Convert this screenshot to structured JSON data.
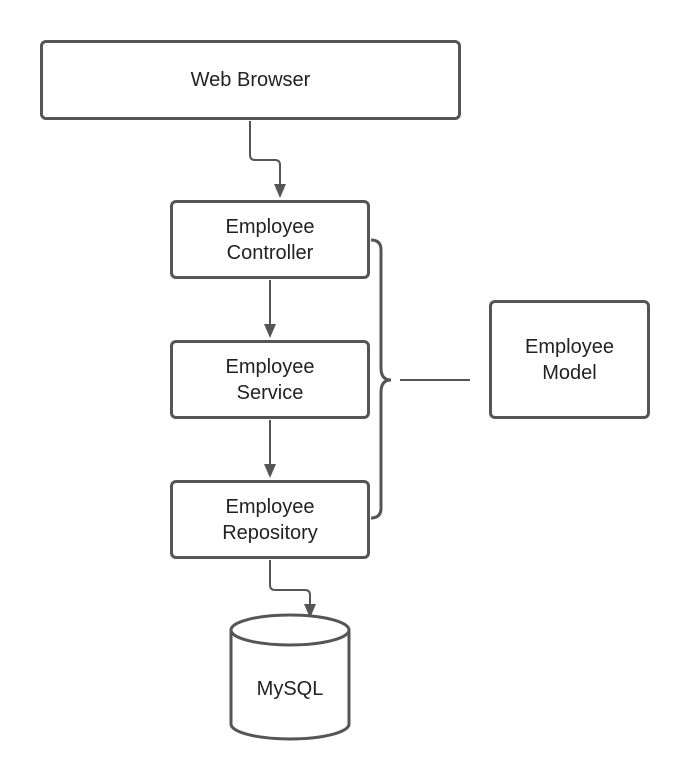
{
  "nodes": {
    "web_browser": "Web Browser",
    "employee_controller": "Employee\nController",
    "employee_service": "Employee\nService",
    "employee_repository": "Employee\nRepository",
    "employee_model": "Employee\nModel",
    "mysql": "MySQL"
  },
  "colors": {
    "stroke": "#555555",
    "text": "#222222",
    "background": "#ffffff"
  }
}
